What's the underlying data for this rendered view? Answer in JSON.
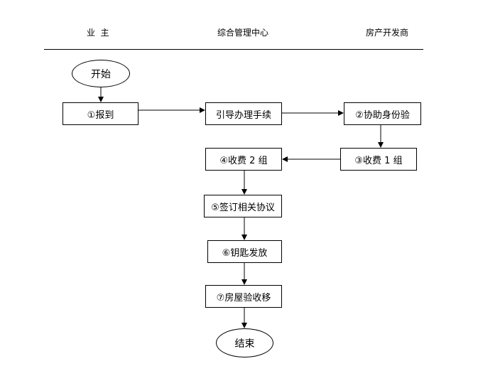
{
  "lanes": {
    "owner": "业  主",
    "center": "综合管理中心",
    "developer": "房产开发商"
  },
  "nodes": {
    "start": "开始",
    "register": "①报到",
    "guide": "引导办理手续",
    "verify": "②协助身份验",
    "fee1": "③收费 1 组",
    "fee2": "④收费 2 组",
    "sign": "⑤签订相关协议",
    "keys": "⑥钥匙发放",
    "inspect": "⑦房屋验收移",
    "end": "结束"
  },
  "edges": [
    {
      "from": "start",
      "to": "register"
    },
    {
      "from": "register",
      "to": "guide"
    },
    {
      "from": "guide",
      "to": "verify"
    },
    {
      "from": "verify",
      "to": "fee1"
    },
    {
      "from": "fee1",
      "to": "fee2"
    },
    {
      "from": "fee2",
      "to": "sign"
    },
    {
      "from": "sign",
      "to": "keys"
    },
    {
      "from": "keys",
      "to": "inspect"
    },
    {
      "from": "inspect",
      "to": "end"
    }
  ]
}
